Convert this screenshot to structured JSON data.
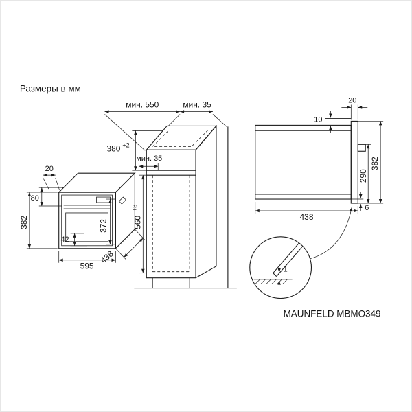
{
  "page": {
    "title": "Размеры в мм",
    "model": "MAUNFELD MBMO349"
  },
  "cabinet_view": {
    "depth_min": "мин. 550",
    "rear_gap_min": "мин. 35",
    "top_gap_min": "мин. 35",
    "niche_height": "380",
    "niche_height_tol": "+2",
    "niche_width": "560",
    "niche_width_tol": "+8"
  },
  "oven_view": {
    "front_overhang": "20",
    "top_section": "80",
    "height": "382",
    "panel_height": "42",
    "door_height": "372",
    "width": "595",
    "depth": "438"
  },
  "side_view": {
    "frame_depth": "20",
    "top_clearance": "10",
    "height": "382",
    "body_height": "290",
    "bottom_gap": "6",
    "depth": "438"
  },
  "detail_view": {
    "bottom_gap": "1"
  }
}
